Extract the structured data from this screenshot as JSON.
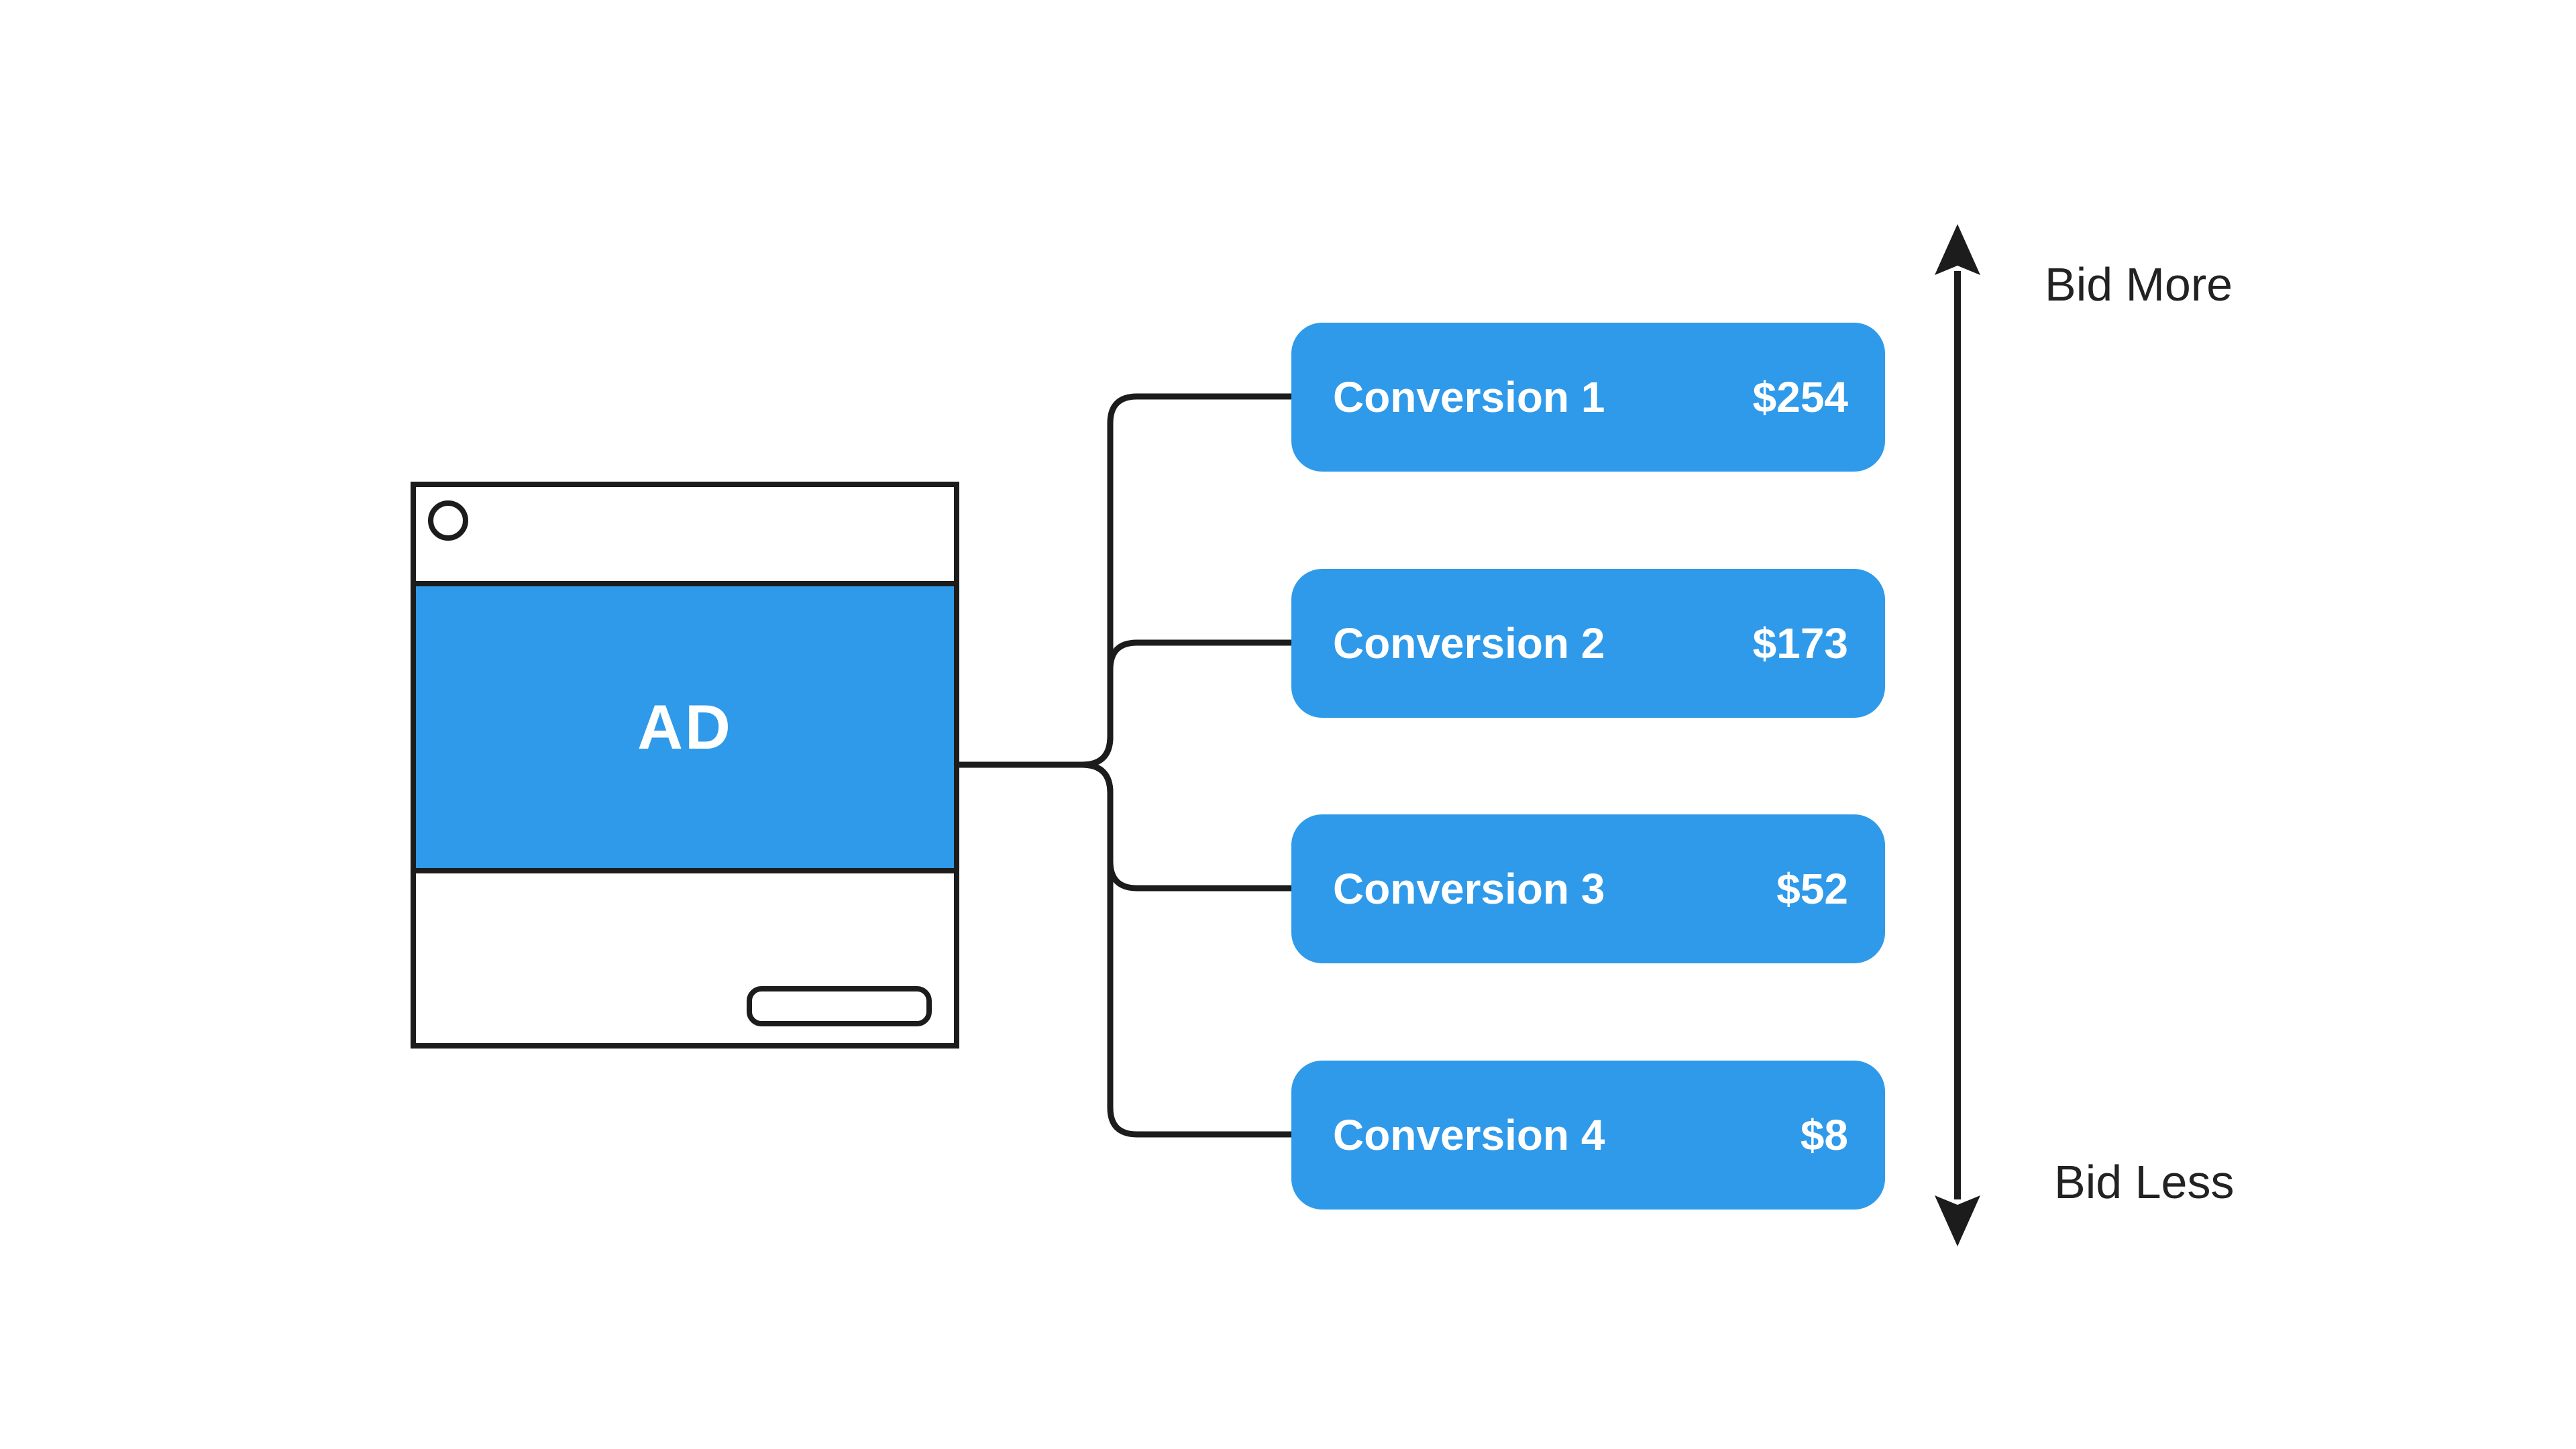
{
  "ad_card": {
    "label": "AD"
  },
  "conversions": [
    {
      "label": "Conversion 1",
      "value": "$254"
    },
    {
      "label": "Conversion 2",
      "value": "$173"
    },
    {
      "label": "Conversion 3",
      "value": "$52"
    },
    {
      "label": "Conversion 4",
      "value": "$8"
    }
  ],
  "bid_scale": {
    "top_label": "Bid More",
    "bottom_label": "Bid Less"
  },
  "colors": {
    "accent_blue": "#2F9AE9",
    "ink": "#1C1C1C",
    "node_text": "#FFFFFF",
    "canvas_bg": "#FFFFFF"
  }
}
